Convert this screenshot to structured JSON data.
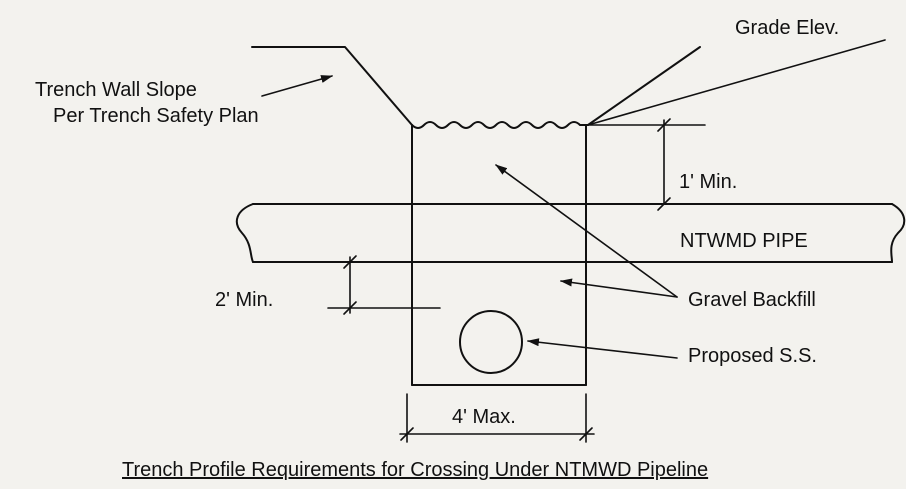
{
  "labels": {
    "grade_elev": "Grade Elev.",
    "trench_wall_line1": "Trench Wall Slope",
    "trench_wall_line2": "Per Trench Safety Plan",
    "one_ft_min": "1' Min.",
    "pipe": "NTWMD PIPE",
    "two_ft_min": "2' Min.",
    "gravel": "Gravel Backfill",
    "proposed_ss": "Proposed S.S.",
    "four_ft_max": "4' Max."
  },
  "caption": "Trench Profile Requirements for Crossing Under NTMWD Pipeline",
  "colors": {
    "ink": "#111111",
    "paper": "#f3f2ee"
  }
}
